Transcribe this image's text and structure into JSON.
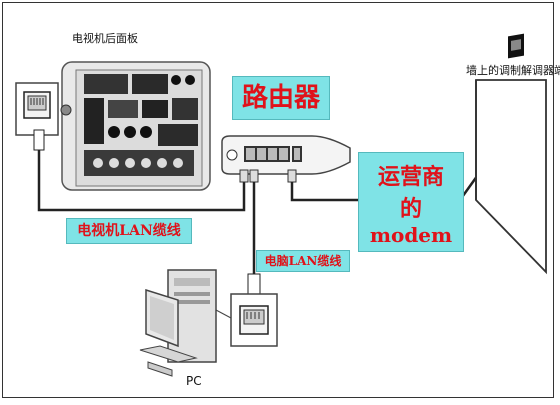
{
  "labels": {
    "tv_panel": "电视机后面板",
    "router": "路由器",
    "wall": "墙上的调制解调器端",
    "isp_line1": "运营商",
    "isp_line2": "的",
    "isp_line3": "modem",
    "tv_cable": "电视机LAN缆线",
    "pc_cable": "电脑LAN缆线",
    "pc": "PC"
  },
  "colors": {
    "label_box": "#7fe3e6",
    "label_text": "#e0121a",
    "cable": "#222222",
    "router_body": "#f4f4f4"
  }
}
